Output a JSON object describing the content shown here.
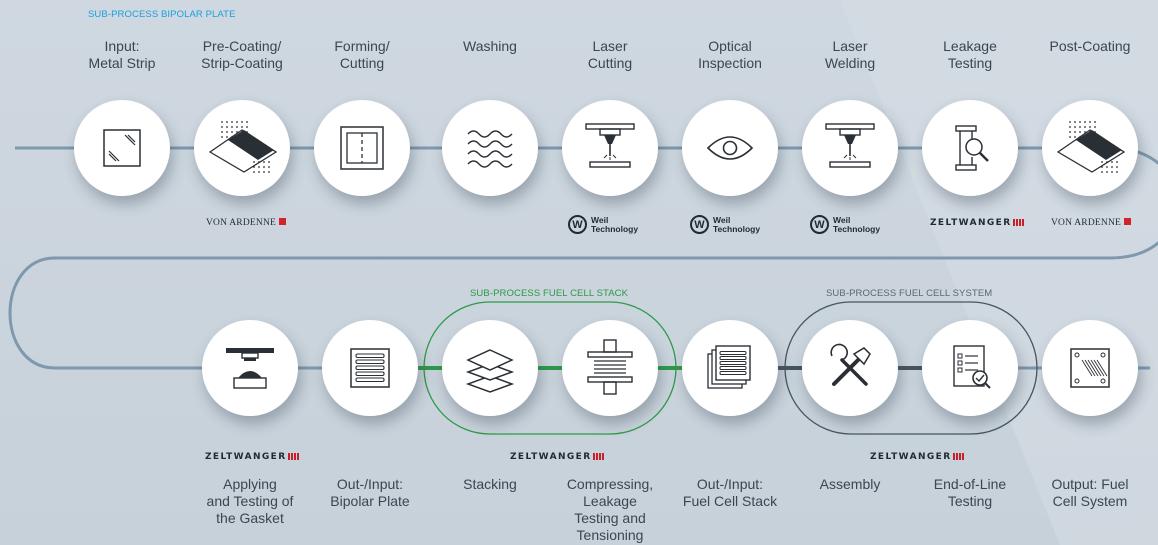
{
  "sections": {
    "bipolar": {
      "title": "SUB-PROCESS BIPOLAR PLATE",
      "color": "#1b9fdc"
    },
    "stack": {
      "title": "SUB-PROCESS FUEL CELL STACK",
      "color": "#2a9a45"
    },
    "system": {
      "title": "SUB-PROCESS FUEL CELL SYSTEM",
      "color": "#5b6770"
    }
  },
  "colors": {
    "process_line": "#7e98ae",
    "stack_line": "#2f9a48",
    "system_line": "#46565f"
  },
  "steps": [
    {
      "id": "input-metal-strip",
      "label": "Input:\nMetal Strip",
      "icon": "metal-strip-icon"
    },
    {
      "id": "pre-coating",
      "label": "Pre-Coating/\nStrip-Coating",
      "icon": "coating-icon"
    },
    {
      "id": "forming-cutting",
      "label": "Forming/\nCutting",
      "icon": "forming-icon"
    },
    {
      "id": "washing",
      "label": "Washing",
      "icon": "washing-icon"
    },
    {
      "id": "laser-cutting",
      "label": "Laser\nCutting",
      "icon": "laser-icon"
    },
    {
      "id": "optical-inspection",
      "label": "Optical\nInspection",
      "icon": "eye-icon"
    },
    {
      "id": "laser-welding",
      "label": "Laser\nWelding",
      "icon": "laser-icon"
    },
    {
      "id": "leakage-testing",
      "label": "Leakage\nTesting",
      "icon": "leak-test-icon"
    },
    {
      "id": "post-coating",
      "label": "Post-Coating",
      "icon": "coating-icon"
    },
    {
      "id": "gasket",
      "label": "Applying\nand Testing of\nthe Gasket",
      "icon": "gasket-press-icon"
    },
    {
      "id": "bipolar-plate",
      "label": "Out-/Input:\nBipolar Plate",
      "icon": "bipolar-plate-icon"
    },
    {
      "id": "stacking",
      "label": "Stacking",
      "icon": "layers-icon"
    },
    {
      "id": "compressing",
      "label": "Compressing,\nLeakage\nTesting and\nTensioning",
      "icon": "compress-icon"
    },
    {
      "id": "fuel-cell-stack",
      "label": "Out-/Input:\nFuel Cell Stack",
      "icon": "stack-plates-icon"
    },
    {
      "id": "assembly",
      "label": "Assembly",
      "icon": "tools-icon"
    },
    {
      "id": "end-of-line",
      "label": "End-of-Line\nTesting",
      "icon": "checklist-icon"
    },
    {
      "id": "output-system",
      "label": "Output: Fuel\nCell System",
      "icon": "fuel-cell-system-icon"
    }
  ],
  "logos": [
    {
      "type": "vonardenne",
      "text": "VON ARDENNE"
    },
    {
      "type": "weil",
      "text": "Weil\nTechnology"
    },
    {
      "type": "weil",
      "text": "Weil\nTechnology"
    },
    {
      "type": "weil",
      "text": "Weil\nTechnology"
    },
    {
      "type": "zeltwanger",
      "text": "ZELTWANGER"
    },
    {
      "type": "vonardenne",
      "text": "VON ARDENNE"
    },
    {
      "type": "zeltwanger",
      "text": "ZELTWANGER"
    },
    {
      "type": "zeltwanger",
      "text": "ZELTWANGER"
    },
    {
      "type": "zeltwanger",
      "text": "ZELTWANGER"
    }
  ]
}
